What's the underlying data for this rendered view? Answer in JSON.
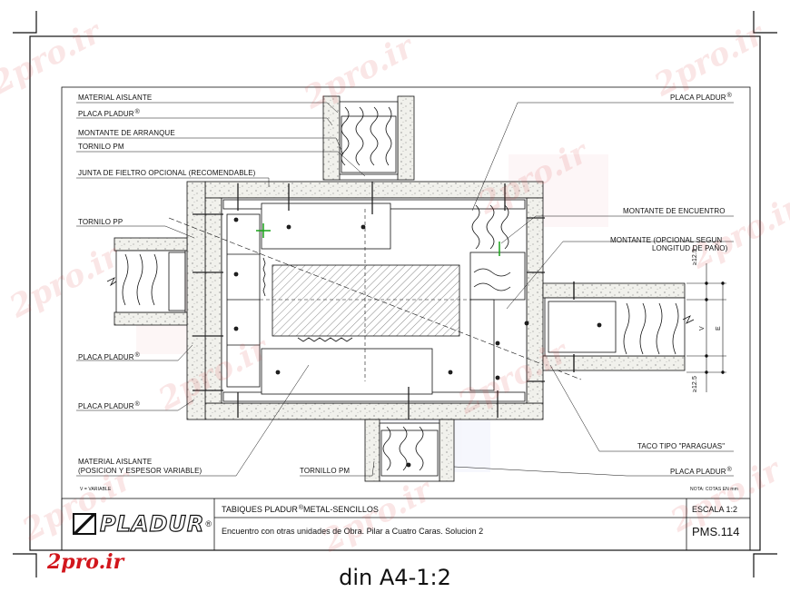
{
  "labels_left": [
    {
      "text": "MATERIAL AISLANTE",
      "reg": false
    },
    {
      "text": "PLACA PLADUR",
      "reg": true
    },
    {
      "text": "MONTANTE DE ARRANQUE",
      "reg": false
    },
    {
      "text": "TORNILO PM",
      "reg": false
    },
    {
      "text": "JUNTA DE FIELTRO OPCIONAL (RECOMENDABLE)",
      "reg": false
    },
    {
      "text": "TORNILO PP",
      "reg": false
    },
    {
      "text": "PLACA PLADUR",
      "reg": true
    },
    {
      "text": "PLACA PLADUR",
      "reg": true
    }
  ],
  "labels_right": [
    {
      "text": "PLACA PLADUR",
      "reg": true
    },
    {
      "text": "MONTANTE DE ENCUENTRO",
      "reg": false
    },
    {
      "text": "MONTANTE (OPCIONAL SEGUN",
      "reg": false
    },
    {
      "text": "LONGITUD DE PAÑO)",
      "reg": false
    },
    {
      "text": "TACO TIPO \"PARAGUAS\"",
      "reg": false
    },
    {
      "text": "PLACA PLADUR",
      "reg": true
    }
  ],
  "label_aislante_line1": "MATERIAL AISLANTE",
  "label_aislante_line2": "(POSICION Y ESPESOR VARIABLE)",
  "label_tornillo_bottom": "TORNILLO PM",
  "note_variable": "V = VARIABLE",
  "note_cotas": "NOTA: COTAS EN mm",
  "dimensions": {
    "top": "≥12.5",
    "mid": "V",
    "e": "E",
    "bottom": "≥12.5"
  },
  "title_block": {
    "logo": "PLADUR",
    "title": "TABIQUES PLADUR",
    "title_suffix": "METAL-SENCILLOS",
    "description": "Encuentro con otras unidades de Obra. Pilar a Cuatro Caras. Solucion 2",
    "scale": "ESCALA 1:2",
    "code": "PMS.114"
  },
  "watermark": "2pro.ir",
  "brand": "2pro.ir",
  "caption": "din A4-1:2"
}
